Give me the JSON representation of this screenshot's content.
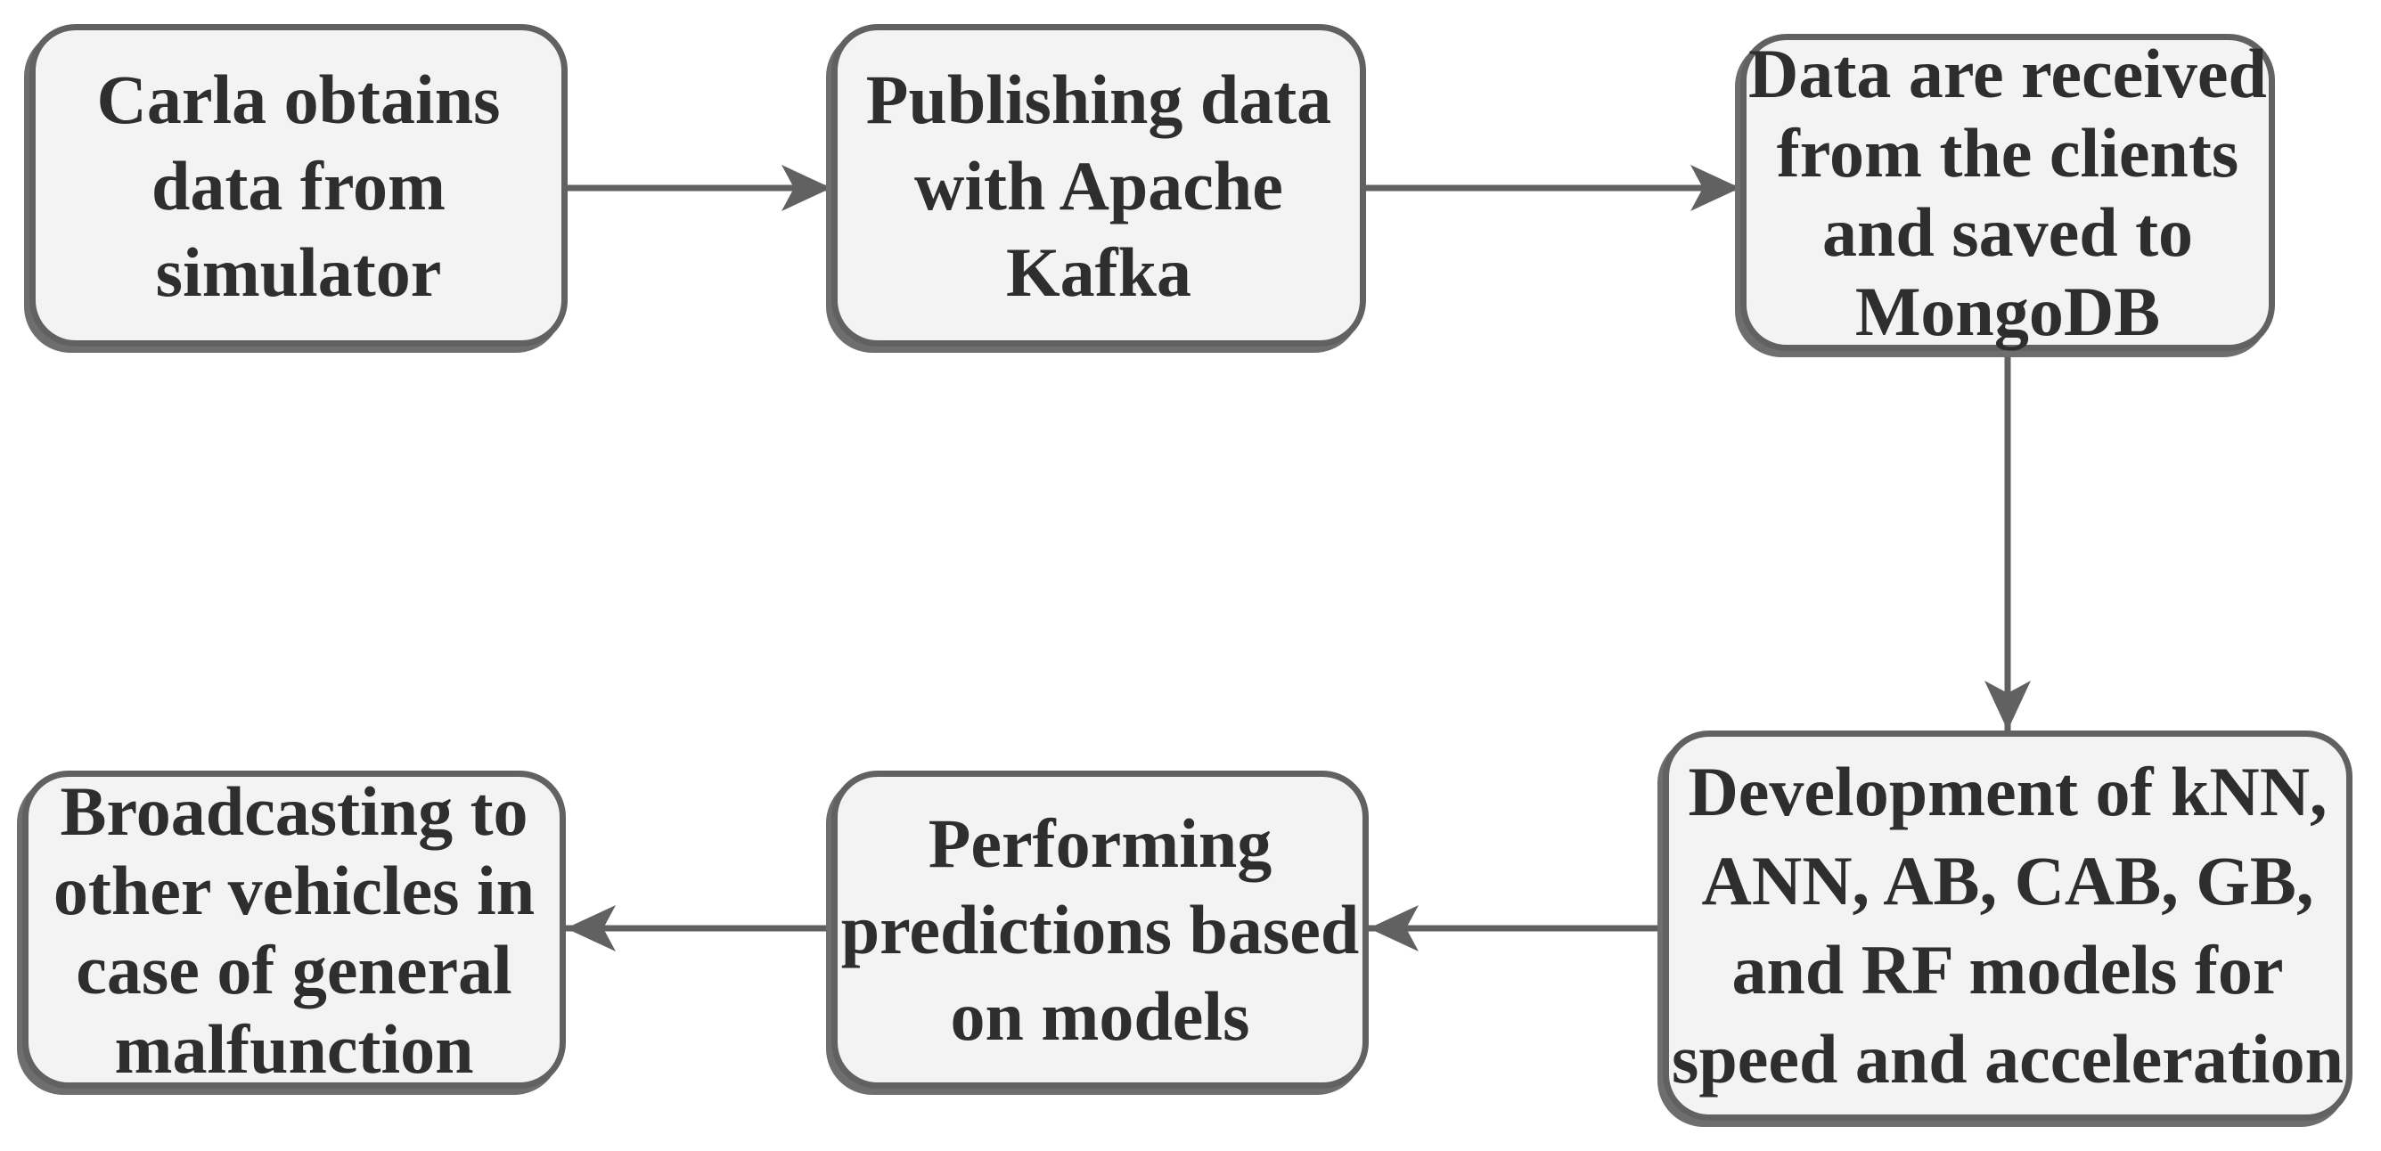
{
  "diagram": {
    "type": "flowchart",
    "description": "Pipeline flow diagram with six rounded process boxes connected by arrows"
  },
  "colors": {
    "node-fill": "#f3f3f3",
    "node-border": "#616161",
    "node-text": "#2e2e2e",
    "edge": "#616161",
    "shadow": "#6e6e6e",
    "background": "#ffffff"
  },
  "nodes": [
    {
      "id": "carla-simulator",
      "label": "Carla obtains\ndata from\nsimulator"
    },
    {
      "id": "apache-kafka",
      "label": "Publishing data\nwith Apache\nKafka"
    },
    {
      "id": "mongodb-clients",
      "label": "Data are received\nfrom the clients\nand saved to\nMongoDB"
    },
    {
      "id": "model-development",
      "label": "Development of kNN,\nANN, AB, CAB, GB,\nand RF models for\nspeed and acceleration"
    },
    {
      "id": "predictions",
      "label": "Performing\npredictions based\non models"
    },
    {
      "id": "broadcasting",
      "label": "Broadcasting to\nother vehicles in\ncase of general\nmalfunction"
    }
  ],
  "edges": [
    {
      "from": "carla-simulator",
      "to": "apache-kafka",
      "direction": "right"
    },
    {
      "from": "apache-kafka",
      "to": "mongodb-clients",
      "direction": "right"
    },
    {
      "from": "mongodb-clients",
      "to": "model-development",
      "direction": "down"
    },
    {
      "from": "model-development",
      "to": "predictions",
      "direction": "left"
    },
    {
      "from": "predictions",
      "to": "broadcasting",
      "direction": "left"
    }
  ]
}
